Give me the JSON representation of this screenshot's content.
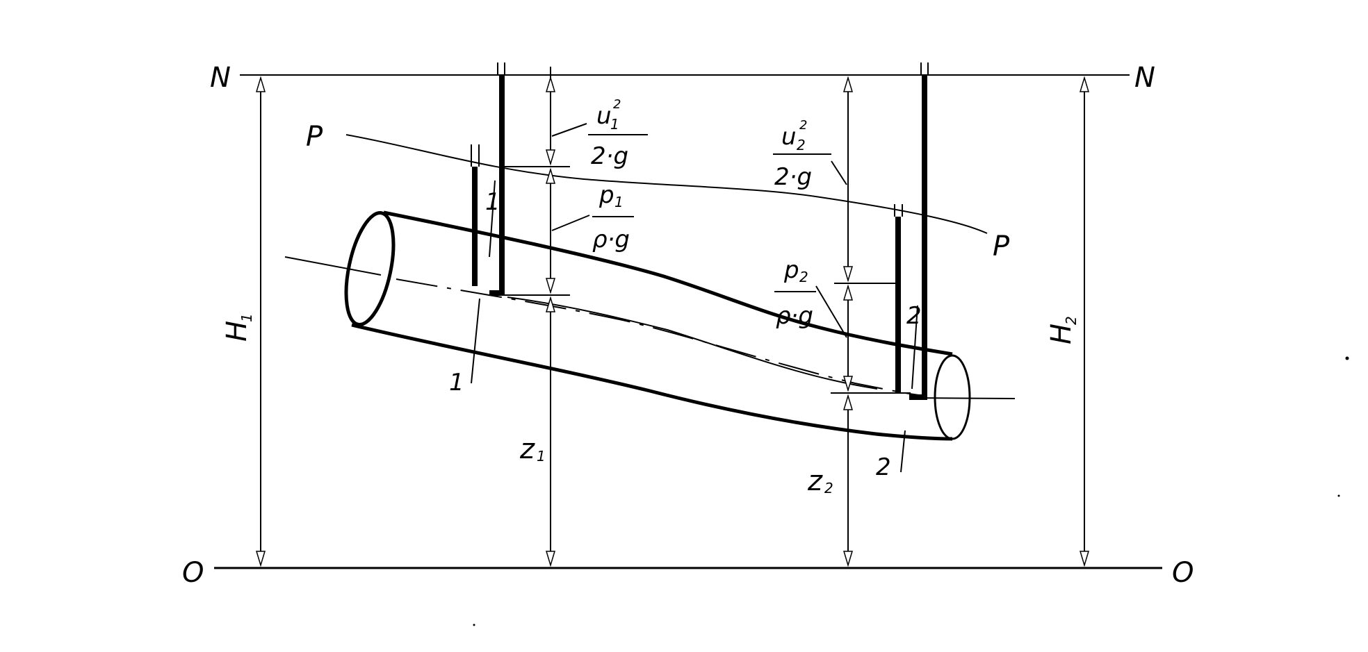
{
  "planes": {
    "n_left": "N",
    "n_right": "N",
    "o_left": "O",
    "o_right": "O",
    "p_left": "P",
    "p_right": "P"
  },
  "heights": {
    "h1_main": "H",
    "h1_sub": "1",
    "h2_main": "H",
    "h2_sub": "2"
  },
  "elevations": {
    "z1_main": "z",
    "z1_sub": "1",
    "z2_main": "z",
    "z2_sub": "2"
  },
  "velocity_head_1": {
    "num_var": "u",
    "num_sub": "1",
    "num_sup": "2",
    "den": "2·g"
  },
  "velocity_head_2": {
    "num_var": "u",
    "num_sub": "2",
    "num_sup": "2",
    "den": "2·g"
  },
  "pressure_head_1": {
    "num_var": "p",
    "num_sub": "1",
    "den": "ρ·g"
  },
  "pressure_head_2": {
    "num_var": "p",
    "num_sub": "2",
    "den": "ρ·g"
  },
  "sections": {
    "s1_top": "1",
    "s1_bottom": "1",
    "s2_top": "2",
    "s2_bottom": "2"
  }
}
